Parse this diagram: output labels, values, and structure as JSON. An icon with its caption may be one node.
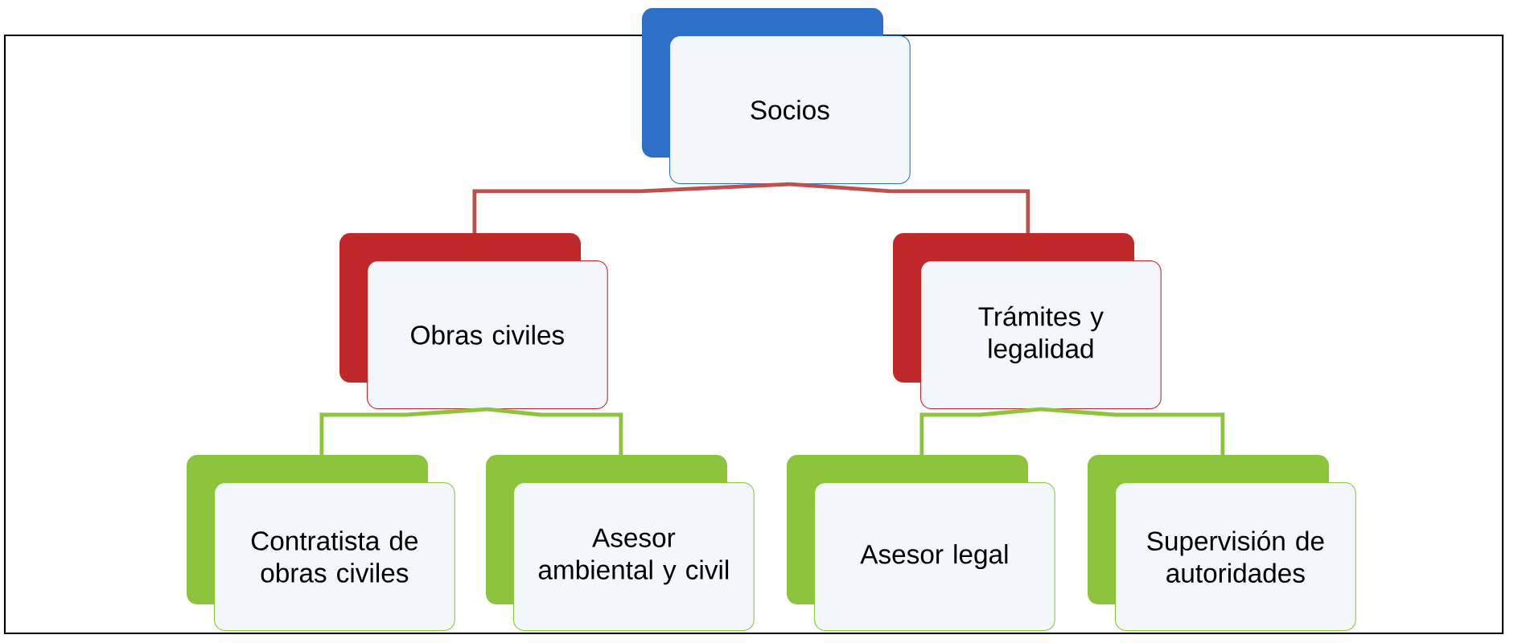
{
  "diagram": {
    "nodes": [
      {
        "text": [
          "Socios"
        ]
      },
      {
        "text": [
          "Obras civiles"
        ]
      },
      {
        "text": [
          "Trámites y legalidad"
        ]
      },
      {
        "text": [
          "Contratista de obras civiles"
        ]
      },
      {
        "text": [
          "Asesor ambiental y civil"
        ]
      },
      {
        "text": [
          "Asesor legal"
        ]
      },
      {
        "text": [
          "Supervisión de autoridades"
        ]
      }
    ],
    "edges": [
      {
        "from": 0,
        "to": 1,
        "arrow": "none",
        "color": "#c0504d"
      },
      {
        "from": 0,
        "to": 2,
        "arrow": "none",
        "color": "#c0504d"
      },
      {
        "from": 1,
        "to": 3,
        "arrow": "none"
      },
      {
        "from": 1,
        "to": 4,
        "arrow": "none"
      },
      {
        "from": 2,
        "to": 5,
        "arrow": "none"
      },
      {
        "from": 2,
        "to": 6,
        "arrow": "none"
      }
    ]
  }
}
